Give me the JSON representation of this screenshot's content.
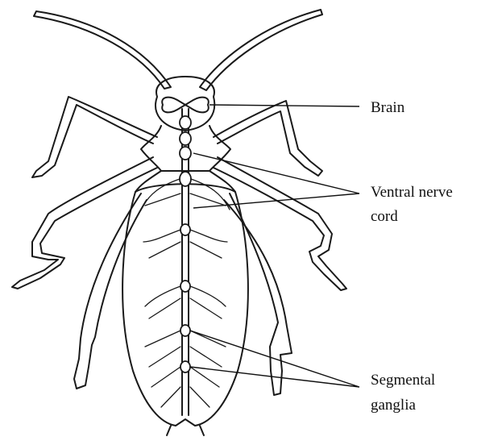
{
  "diagram": {
    "labels": {
      "brain": "Brain",
      "ventral_nerve_cord_line1": "Ventral nerve",
      "ventral_nerve_cord_line2": "cord",
      "segmental_ganglia_line1": "Segmental",
      "segmental_ganglia_line2": "ganglia"
    },
    "colors": {
      "ink": "#1a1a1a",
      "background": "#ffffff"
    }
  }
}
